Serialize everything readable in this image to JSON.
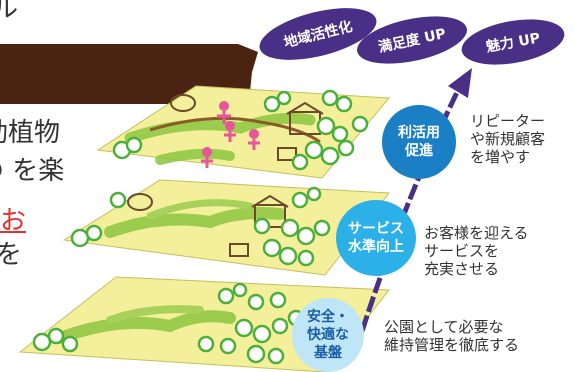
{
  "left_text": {
    "frag1": "ル",
    "frag2": "動植物",
    "frag3": "の を楽",
    "frag4": "お",
    "frag5": "を"
  },
  "badges": [
    {
      "label": "地域活性化"
    },
    {
      "label": "満足度 UP"
    },
    {
      "label": "魅力 UP"
    }
  ],
  "levels": [
    {
      "circle": [
        "利活用",
        "促進"
      ],
      "desc": [
        "リピーター",
        "や新規顧客",
        "を増やす"
      ]
    },
    {
      "circle": [
        "サービス",
        "水準向上"
      ],
      "desc": [
        "お客様を迎える",
        "サービスを",
        "充実させる"
      ]
    },
    {
      "circle": [
        "安全・",
        "快適な",
        "基盤"
      ],
      "desc": [
        "公園として必要な",
        "維持管理を徹底する"
      ]
    }
  ],
  "colors": {
    "badge": "#4a2f86",
    "arrow": "#4a2f86",
    "circle_top": "#1a7fc4",
    "circle_mid": "#2cb0e8",
    "circle_bottom": "#bfe6f7",
    "plane": "#f3ef9a",
    "grass": "#8cc63f",
    "banner": "#4b2313"
  }
}
